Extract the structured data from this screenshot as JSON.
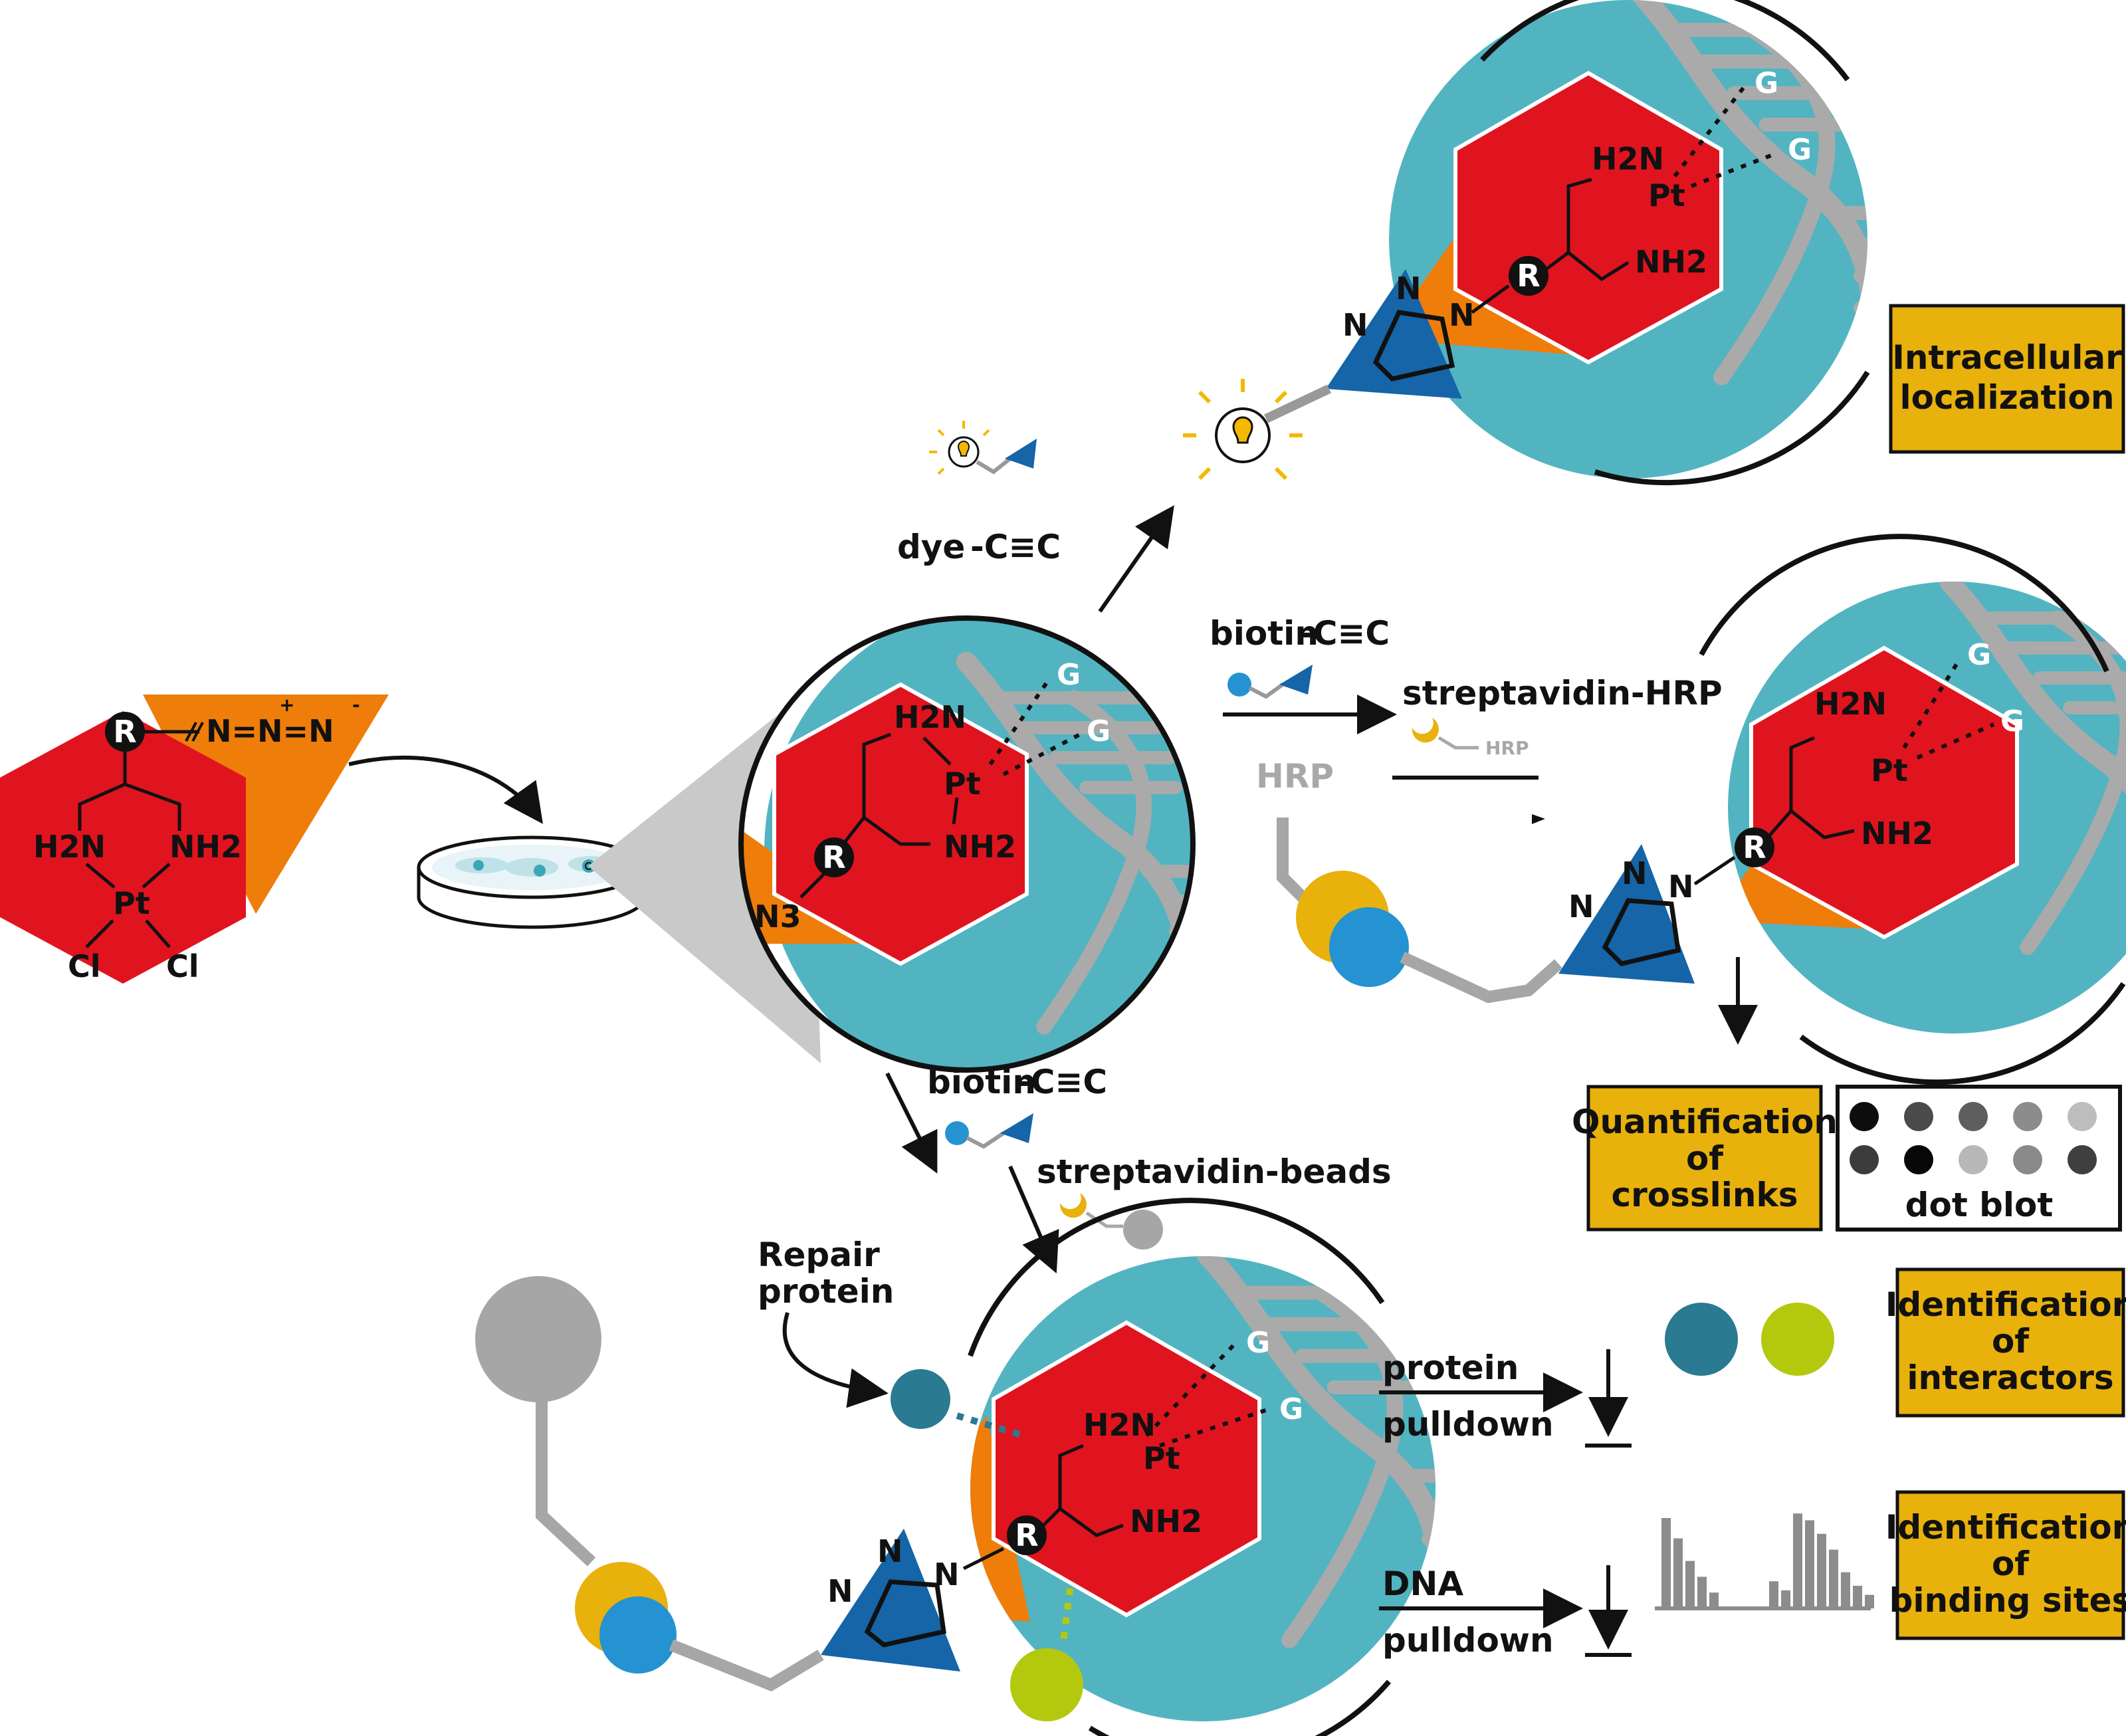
{
  "colors": {
    "red": "#e0141f",
    "orange": "#ef7d0a",
    "teal": "#52b4c1",
    "blue_triazole": "#1565a8",
    "grey": "#a6a6a6",
    "gold_box": "#e8b10c",
    "yellow_bead": "#e8b10c",
    "blue_bead": "#2592d1",
    "dark_teal_protein": "#2a7a91",
    "lime_protein": "#b4c80e"
  },
  "start_molecule": {
    "r_label": "R",
    "azide": "N=N=N",
    "azide_charges": [
      "+",
      "-"
    ],
    "amine_left": "H2N",
    "amine_right": "NH2",
    "metal": "Pt",
    "halide_left": "Cl",
    "halide_right": "Cl"
  },
  "dna": {
    "base_label": "G"
  },
  "center_molecule": {
    "r_label": "R",
    "azide_label": "N3",
    "amine_top": "H2N",
    "metal": "Pt",
    "amine_bottom": "NH2"
  },
  "triazole": {
    "n_labels": [
      "N",
      "N",
      "N"
    ]
  },
  "dye_reagent": {
    "label": "dye",
    "alkyne": "-C≡C"
  },
  "biotin_reagent_right": {
    "label": "biotin",
    "alkyne": "-C≡C",
    "next_step": "streptavidin-HRP",
    "hrp_small": "HRP",
    "hrp_large": "HRP"
  },
  "biotin_reagent_bottom": {
    "label": "biotin",
    "alkyne": "-C≡C",
    "next_step": "streptavidin-beads"
  },
  "repair_protein_label": [
    "Repair",
    "protein"
  ],
  "protein_pulldown": [
    "protein",
    "pulldown"
  ],
  "dna_pulldown": [
    "DNA",
    "pulldown"
  ],
  "boxes": {
    "localization": [
      "Intracellular",
      "localization"
    ],
    "quantification": [
      "Quantification",
      "of",
      "crosslinks"
    ],
    "interactors": [
      "Identification",
      "of",
      "interactors"
    ],
    "binding_sites": [
      "Identification",
      "of",
      "binding sites"
    ]
  },
  "dot_blot": {
    "label": "dot blot",
    "rows": [
      [
        "#0d0d0d",
        "#4a4a4a",
        "#5e5e5e",
        "#8c8c8c",
        "#bdbdbd"
      ],
      [
        "#3c3c3c",
        "#080808",
        "#b8b8b8",
        "#8a8a8a",
        "#3f3f3f"
      ]
    ]
  },
  "histogram": {
    "values": [
      0.8,
      0.62,
      0.42,
      0.28,
      0.14,
      0.0,
      0.0,
      0.0,
      0.0,
      0.24,
      0.16,
      0.84,
      0.78,
      0.66,
      0.52,
      0.32,
      0.2,
      0.12
    ]
  }
}
